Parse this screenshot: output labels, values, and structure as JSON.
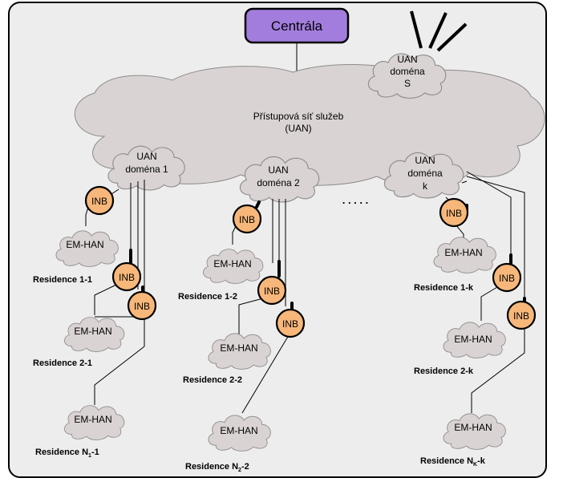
{
  "central": {
    "label": "Centrála"
  },
  "uan": {
    "line1": "Přístupová síť služeb",
    "line2": "(UAN)"
  },
  "domains": {
    "s": {
      "line1": "UAN",
      "line2": "doména",
      "line3": "S"
    },
    "d1": {
      "line1": "UAN",
      "line2": "doména 1"
    },
    "d2": {
      "line1": "UAN",
      "line2": "doména 2"
    },
    "dk": {
      "line1": "UAN",
      "line2": "doména",
      "line3": "k"
    }
  },
  "dots": ". . . . .",
  "inb": "INB",
  "emhan": "EM-HAN",
  "residences": {
    "r11": "Residence 1-1",
    "r21": "Residence 2-1",
    "rn1": {
      "pre": "Residence N",
      "sub": "1",
      "post": "-1"
    },
    "r12": "Residence 1-2",
    "r22": "Residence 2-2",
    "rn2": {
      "pre": "Residence N",
      "sub": "2",
      "post": "-2"
    },
    "r1k": "Residence 1-k",
    "r2k": "Residence 2-k",
    "rnk": {
      "pre": "Residence N",
      "sub": "K",
      "post": "-k"
    }
  }
}
